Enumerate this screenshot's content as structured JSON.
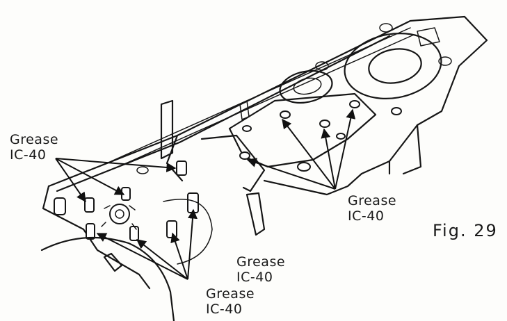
{
  "labels": {
    "left": {
      "line1": "Grease",
      "line2": "IC-40"
    },
    "right": {
      "line1": "Grease",
      "line2": "IC-40"
    },
    "middle": {
      "line1": "Grease",
      "line2": "IC-40"
    },
    "bottom": {
      "line1": "Grease",
      "line2": "IC-40"
    }
  },
  "figure_label": "Fig. 29"
}
